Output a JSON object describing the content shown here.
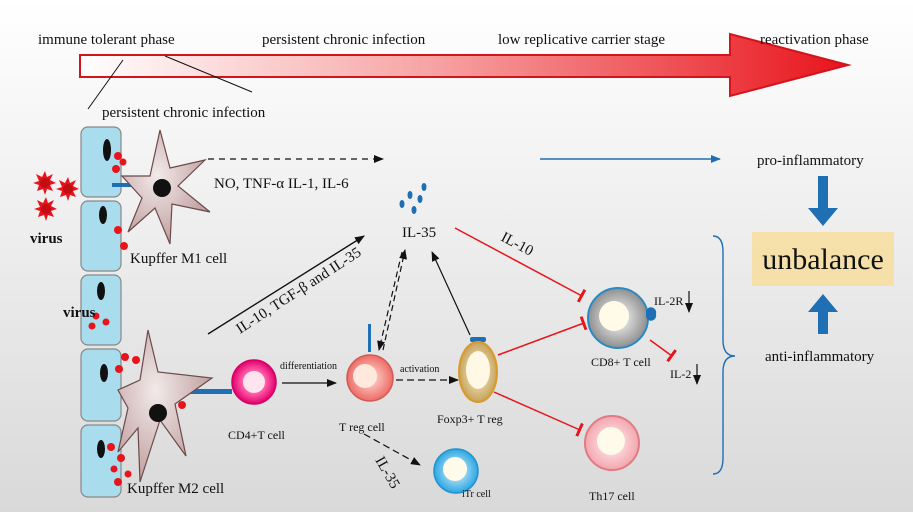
{
  "phases": {
    "immune_tolerant": "immune   tolerant   phase",
    "persistent_chronic": "persistent chronic infection",
    "low_replicative": "low  replicative  carrier  stage",
    "reactivation": "reactivation   phase",
    "persistent_chronic_callout": "persistent chronic infection"
  },
  "labels": {
    "virus_1": "virus",
    "virus_2": "virus",
    "kupffer_m1": "Kupffer M1 cell",
    "kupffer_m2": "Kupffer M2 cell",
    "m1_products": "NO, TNF-α IL-1, IL-6",
    "il35_center": "IL-35",
    "m2_products": "IL-10, TGF-β and IL-35",
    "il10": "IL-10",
    "cd4": "CD4+T cell",
    "differentiation": "differentiation",
    "treg": "T reg cell",
    "activation": "activation",
    "foxp3": "Foxp3+ T reg",
    "cd8": "CD8+ T cell",
    "il2r": "IL-2R",
    "il2": "IL-2",
    "th17": "Th17 cell",
    "itr": "iTr cell",
    "il35_itr": "IL-35",
    "pro_inflammatory": "pro-inflammatory",
    "anti_inflammatory": "anti-inflammatory",
    "unbalance": "unbalance"
  },
  "colors": {
    "arrow_red": "#e8141c",
    "hepatocyte_fill": "#a9dcec",
    "inhibit_red": "#e8141c",
    "flow_blue": "#1f6fb5",
    "unbalance_text": "#e8141c",
    "unbalance_box": "#f7dfa3"
  },
  "icons": {
    "virus": "spiky-virus-icon",
    "macrophage": "star-shaped-macrophage-icon",
    "il35_dots": "cytokine-dots-icon"
  }
}
